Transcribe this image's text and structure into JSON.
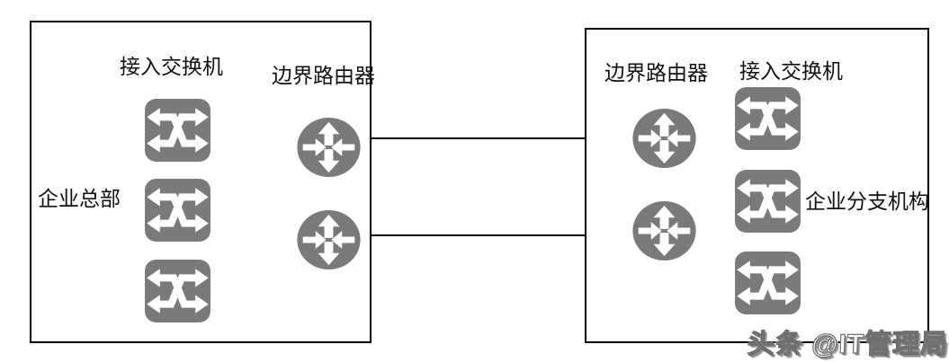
{
  "diagram": {
    "sites": {
      "headquarters": {
        "name": "企业总部",
        "switch_group_label": "接入交换机",
        "router_group_label": "边界路由器",
        "switch_count": 3,
        "router_count": 2
      },
      "branch": {
        "name": "企业分支机构",
        "switch_group_label": "接入交换机",
        "router_group_label": "边界路由器",
        "switch_count": 3,
        "router_count": 2
      }
    },
    "link_count": 2,
    "icons": {
      "switch": "switch-icon",
      "router": "router-icon"
    },
    "colors": {
      "device_gray": "#7a7a7a",
      "line_black": "#000000",
      "background": "#ffffff",
      "watermark_fill": "#ffffff",
      "watermark_outline": "#6f6f6f"
    },
    "watermark": "头条 @IT管理局"
  }
}
